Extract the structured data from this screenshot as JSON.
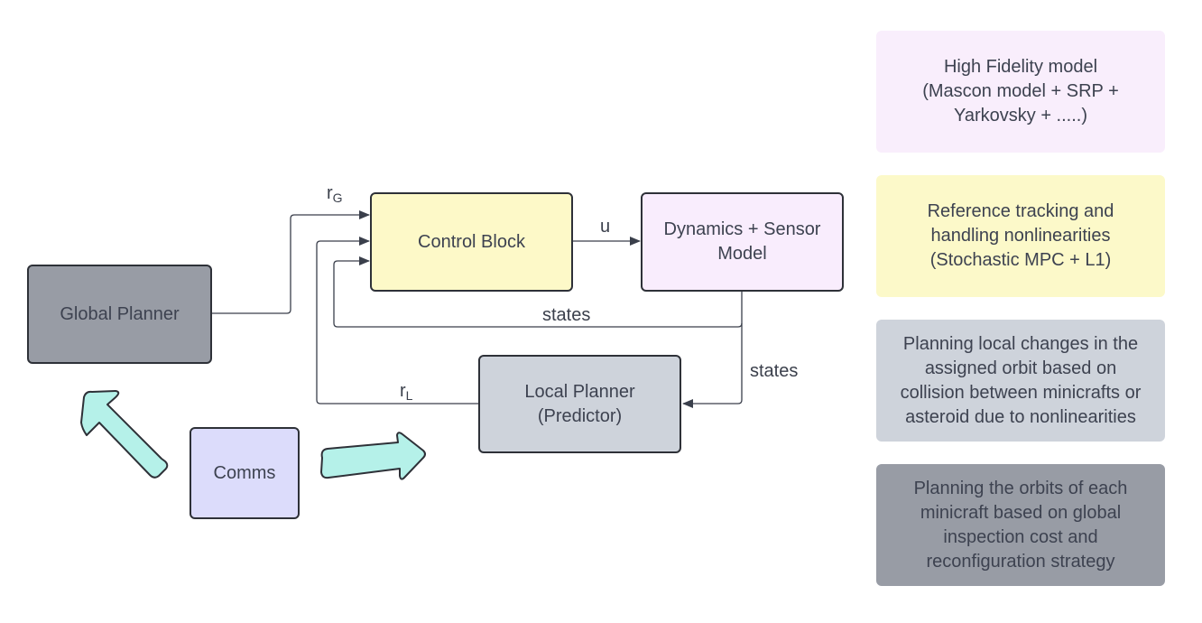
{
  "diagram": {
    "blocks": {
      "global_planner": {
        "label": "Global Planner",
        "color": "#989ca5"
      },
      "control_block": {
        "label": "Control Block",
        "color": "#fdf9c8"
      },
      "dynamics": {
        "label_line1": "Dynamics + Sensor",
        "label_line2": "Model",
        "color": "#f9edfd"
      },
      "local_planner": {
        "label_line1": "Local Planner",
        "label_line2": "(Predictor)",
        "color": "#ced3db"
      },
      "comms": {
        "label": "Comms",
        "color": "#dcdcfb"
      }
    },
    "signals": {
      "rg": {
        "base": "r",
        "sub": "G"
      },
      "rl": {
        "base": "r",
        "sub": "L"
      },
      "u": "u",
      "states_feedback": "states",
      "states_local": "states"
    },
    "arrow_color": "#b5f1e9"
  },
  "legend": [
    {
      "lines": [
        "High Fidelity model",
        "(Mascon model + SRP +",
        "Yarkovsky + .....)"
      ],
      "color": "#f9eefc"
    },
    {
      "lines": [
        "Reference tracking and",
        "handling nonlinearities",
        "(Stochastic MPC + L1)"
      ],
      "color": "#fcf9c9"
    },
    {
      "lines": [
        "Planning local changes in the",
        "assigned orbit based on",
        "collision between minicrafts or",
        "asteroid due to nonlinearities"
      ],
      "color": "#ced3db"
    },
    {
      "lines": [
        "Planning the orbits of each",
        "minicraft based on global",
        "inspection cost and",
        "reconfiguration strategy"
      ],
      "color": "#989ca5"
    }
  ]
}
